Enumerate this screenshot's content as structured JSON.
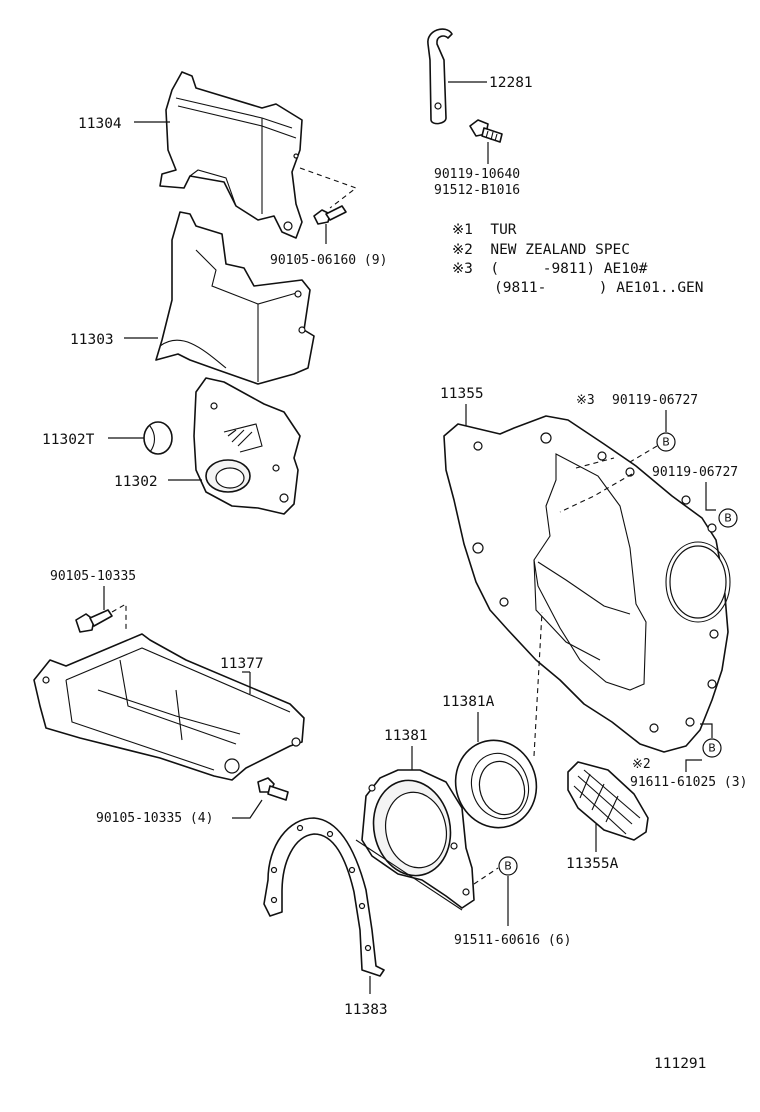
{
  "parts": {
    "p12281": "12281",
    "bolt_a": "90119-10640",
    "bolt_b": "91512-B1016",
    "p11304": "11304",
    "p90105_06160": "90105-06160 (9)",
    "p11303": "11303",
    "p11302T": "11302T",
    "p11302": "11302",
    "p90105_10335": "90105-10335",
    "p11377": "11377",
    "p90105_10335_4": "90105-10335 (4)",
    "p11355": "11355",
    "p90119_06727_a": "90119-06727",
    "p90119_06727_b": "90119-06727",
    "p11381A": "11381A",
    "p11381": "11381",
    "p91611_61025": "91611-61025 (3)",
    "p11355A": "11355A",
    "p91511_60616": "91511-60616 (6)",
    "p11383": "11383"
  },
  "notes": {
    "n1": "※1  TUR",
    "n2": "※2  NEW ZEALAND SPEC",
    "n3": "※3  (     -9811) AE10#",
    "n4": "(9811-      ) AE101..GEN"
  },
  "marks": {
    "m3": "※3",
    "m2": "※2",
    "ref_b": "B"
  },
  "footer": {
    "diagram_code": "111291"
  }
}
